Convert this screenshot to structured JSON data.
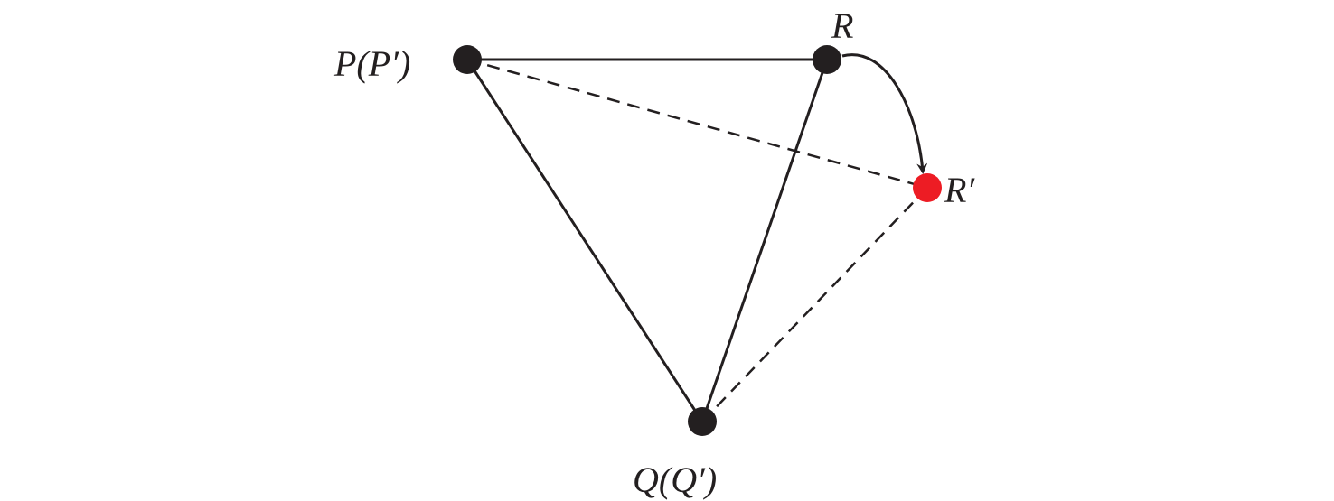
{
  "diagram": {
    "labels": {
      "p": "P(P′)",
      "r": "R",
      "r_prime": "R′",
      "q": "Q(Q′)"
    },
    "colors": {
      "point": "#231f20",
      "moved_point": "#ed1c24",
      "line": "#231f20"
    }
  }
}
